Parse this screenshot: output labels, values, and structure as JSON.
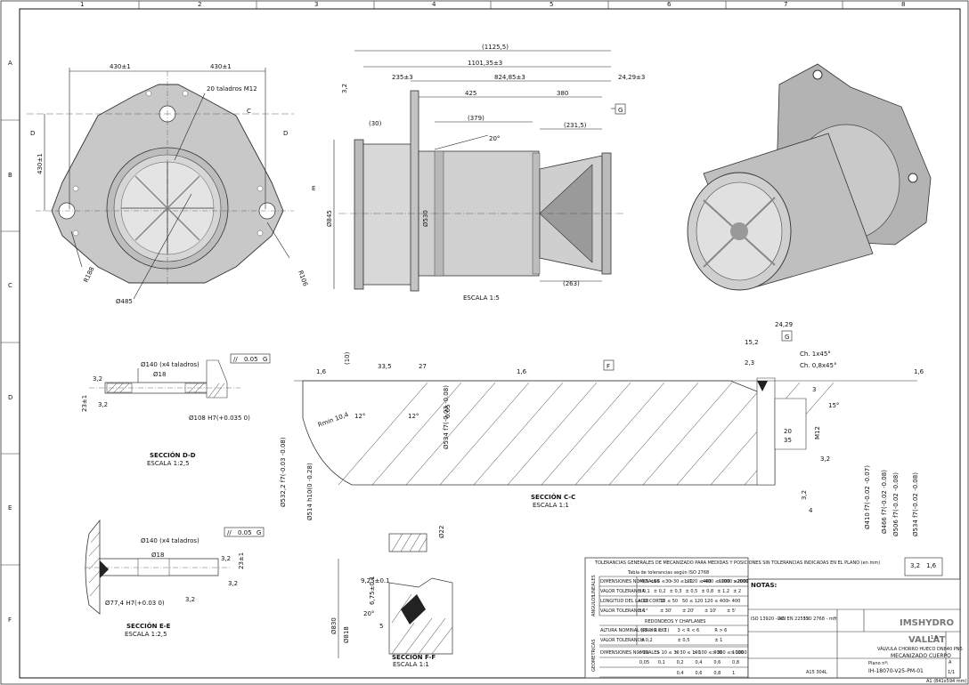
{
  "border": {
    "columns": [
      "1",
      "2",
      "3",
      "4",
      "5",
      "6",
      "7",
      "8"
    ],
    "rows": [
      "A",
      "B",
      "C",
      "D",
      "E",
      "F"
    ]
  },
  "top_left_view": {
    "dim_left": "430±1",
    "dim_right": "430±1",
    "dim_height": "430±1",
    "note_holes": "20 taladros M12",
    "section_mark_c": "C",
    "section_mark_d_left": "D",
    "section_mark_d_right": "D",
    "section_mark_e": "E",
    "radius_left": "R188",
    "radius_right": "R106",
    "dia_bottom": "Ø485"
  },
  "top_middle_view": {
    "dim_total": "(1125,5)",
    "dim_1101": "1101,35±3",
    "dim_235": "235±3",
    "dim_824": "824,85±3",
    "dim_24": "24,29±3",
    "dim_425": "425",
    "dim_380": "380",
    "dim_379": "(379)",
    "dim_231": "(231,5)",
    "dim_30": "(30)",
    "angle_20": "20°",
    "ref_g": "G",
    "roughness_32": "3,2",
    "dia_left": "Ø845",
    "dia_mid": "Ø530",
    "dim_263": "(263)",
    "scale": "ESCALA  1:5"
  },
  "section_dd": {
    "dia_140": "Ø140 (x4 taladros)",
    "tol_frame": "0.05",
    "tol_ref": "G",
    "dia_18": "Ø18",
    "dia_108": "Ø108 H7(+0.035 0)",
    "rough_left": "3,2",
    "rough_right": "3,2",
    "dim_vert": "23±1",
    "title": "SECCIÓN D-D",
    "scale": "ESCALA 1:2,5"
  },
  "section_cc": {
    "rough_left": "1,6",
    "rough_mid": "1,6",
    "rough_right": "1,6",
    "dim_10": "(10)",
    "dim_33": "33,5",
    "dim_27": "27",
    "ref_f": "F",
    "ref_g": "G",
    "dim_24": "24,29",
    "dim_15": "15,2",
    "dim_23": "2,3",
    "ch1": "Ch. 1x45°",
    "ch2": "Ch. 0,8x45°",
    "dim_3": "3",
    "dim_15deg": "15°",
    "dim_20": "20",
    "dim_35": "35",
    "m12": "M12",
    "rmin": "Rmin 10,4",
    "angle_12_left": "12°",
    "angle_12_right": "12°",
    "dia_532": "Ø532,2 f7(-0.03 -0.08)",
    "dia_514": "Ø514 h10(0 -0.28)",
    "dia_534": "Ø534 f7(-0.03 -0.08)",
    "dia_410": "Ø410 f7(-0.02 -0.07)",
    "dia_466": "Ø466 f7(-0.02 -0.08)",
    "dia_506": "Ø506 f7(-0.02 -0.08)",
    "dia_534b": "Ø534 f7(-0.02 -0.08)",
    "tol_005": "0.05",
    "rough_32a": "3,2",
    "rough_32b": "3,2",
    "dim_4": "4",
    "title": "SECCIÓN C-C",
    "scale": "ESCALA 1:1"
  },
  "section_ee": {
    "dia_140": "Ø140 (x4 taladros)",
    "tol_frame": "0.05",
    "tol_ref": "G",
    "dia_18": "Ø18",
    "dia_77": "Ø77,4 H7(+0.03 0)",
    "rough_a": "3,2",
    "rough_b": "3,2",
    "rough_c": "3,2",
    "dim_vert": "23±1",
    "title": "SECCIÓN E-E",
    "scale": "ESCALA 1:2,5"
  },
  "section_ff": {
    "dia_22": "Ø22",
    "dim_925": "9,25±0.1",
    "dim_675": "6,75±0.1",
    "angle_20": "20°",
    "dim_5": "5",
    "dia_830": "Ø830",
    "dia_818": "Ø818",
    "title": "SECCIÓN F-F",
    "scale": "ESCALA 1:1"
  },
  "tolerance_table": {
    "heading": "TOLERANCIAS GENERALES DE MECANIZADO PARA MEDIDAS Y POSICIONES SIN TOLERANCIAS INDICADAS EN EL PLANO (en mm)",
    "subheading": "Tabla de tolerancias según ISO 2768",
    "rows": [
      [
        "DIMENSIONES NOMINALES",
        ">0,5 <6",
        ">6 ≤30",
        ">30 ≤120",
        ">120 ≤400",
        ">400 ≤1000",
        ">1000 ≤2000",
        ">2000 ≤4000"
      ],
      [
        "VALOR TOLERANCIA",
        "± 0,1",
        "± 0,2",
        "± 0,3",
        "± 0,5",
        "± 0,8",
        "± 1,2",
        "± 2"
      ],
      [
        "LONGITUD DEL LADO CORTO",
        "≤ 10",
        "10 ≤ 50",
        "50 ≤ 120",
        "120 ≤ 400",
        "> 400"
      ],
      [
        "VALOR TOLERANCIA",
        "± 1°",
        "± 30'",
        "± 20'",
        "± 10'",
        "± 5'"
      ]
    ],
    "chamfer_heading": "REDONDEOS Y CHAFLANES",
    "chamfer_rows": [
      [
        "ALTURA NOMINAL (RADIO EXT.)",
        "0,5 < R < 3",
        "3 < R < 6",
        "R > 6"
      ],
      [
        "VALOR TOLERANCIA",
        "± 0,2",
        "± 0,5",
        "± 1"
      ]
    ],
    "geo_row": [
      "DIMENSIONES NOMINALES",
      "< 10",
      "> 10 ≤ 30",
      "> 30 ≤ 100",
      "> 100 ≤ 300",
      "> 300 ≤ 1000",
      "> 1000 ≤ 3000"
    ],
    "geo_vals": [
      "0,05",
      "0,1",
      "0,2",
      "0,4",
      "0,6",
      "0,8"
    ],
    "flat_vals": [
      "0,4",
      "0,6",
      "0,8",
      "1"
    ],
    "side_label_a": "GEOMETRICAS",
    "side_label_b": "ANGULOS",
    "side_label_c": "LINEALES"
  },
  "title_block": {
    "notas": "NOTAS:",
    "company_1": "IMSHYDRO",
    "company_2": "VALLAT",
    "subtitle": "VÁLVULA CHORRO HUECO DN840 PN6",
    "part_name": "MECANIZADO CUERPO",
    "plano_label": "Plano nº:",
    "plano_number": "IH-18070-V25-PM-01",
    "material": "A15 304L",
    "rev": "A",
    "sheet": "1/1",
    "std_1": "ISO 13920 - AC",
    "std_2": "DIN EN 22553",
    "std_3": "ISO 2768 - mH",
    "scale": "1:5"
  },
  "roughness_callout": {
    "main": "3,2",
    "alt": "1,6"
  },
  "footer_code": "A1 (841x594 mm)"
}
